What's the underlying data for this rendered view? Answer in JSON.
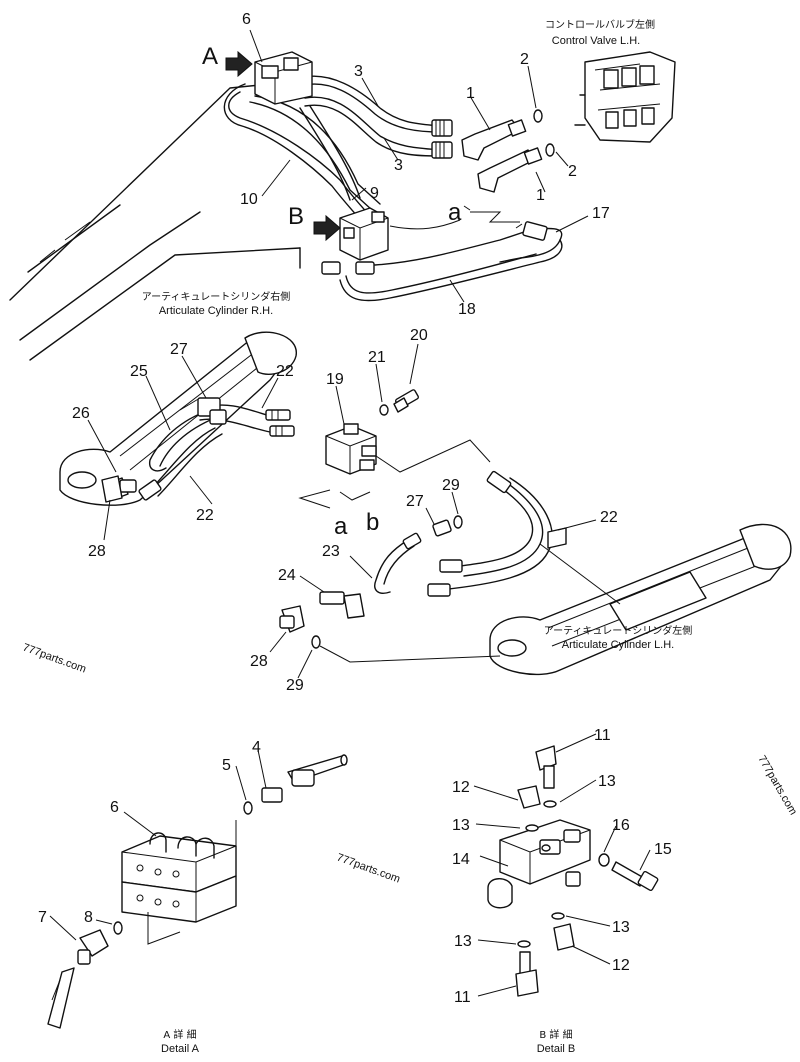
{
  "labels": {
    "control_valve_jp": "コントロールバルブ左側",
    "control_valve_en": "Control Valve L.H.",
    "cyl_rh_jp": "アーティキュレートシリンダ右側",
    "cyl_rh_en": "Articulate Cylinder R.H.",
    "cyl_lh_jp": "アーティキュレートシリンダ左側",
    "cyl_lh_en": "Articulate Cylinder L.H.",
    "detail_a_jp": "A 詳 細",
    "detail_a_en": "Detail A",
    "detail_b_jp": "B 詳 細",
    "detail_b_en": "Detail B",
    "view_a": "A",
    "view_b": "B",
    "conn_a": "a",
    "conn_b": "b",
    "watermark": "777parts.com"
  },
  "part_numbers": {
    "n1": "1",
    "n2": "2",
    "n3": "3",
    "n4": "4",
    "n5": "5",
    "n6": "6",
    "n7": "7",
    "n8": "8",
    "n9": "9",
    "n10": "10",
    "n11": "11",
    "n12": "12",
    "n13": "13",
    "n14": "14",
    "n15": "15",
    "n16": "16",
    "n17": "17",
    "n18": "18",
    "n19": "19",
    "n20": "20",
    "n21": "21",
    "n22": "22",
    "n23": "23",
    "n24": "24",
    "n25": "25",
    "n26": "26",
    "n27": "27",
    "n28": "28",
    "n29": "29"
  }
}
